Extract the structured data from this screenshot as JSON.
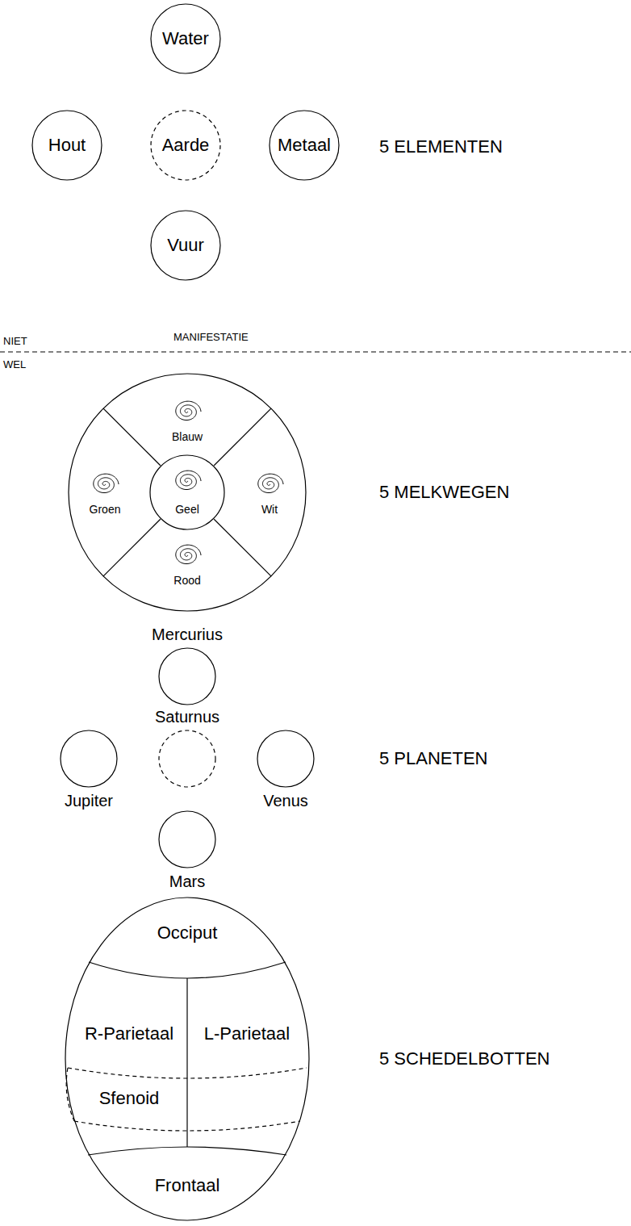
{
  "diagram": {
    "nodes": [
      {
        "text": [
          "Water"
        ]
      },
      {
        "text": [
          "Hout"
        ]
      },
      {
        "text": [
          "Aarde"
        ]
      },
      {
        "text": [
          "Metaal"
        ]
      },
      {
        "text": [
          "Vuur"
        ]
      },
      {
        "text": [
          "Blauw",
          "Groen",
          "Wit",
          "Rood"
        ]
      },
      {
        "text": [
          "Geel"
        ],
        "in": 5
      },
      {
        "text": [
          "Mercurius"
        ]
      },
      {
        "text": [
          "Saturnus"
        ]
      },
      {
        "text": [
          "Jupiter"
        ]
      },
      {
        "text": [
          "Venus"
        ]
      },
      {
        "text": [
          "Mars"
        ]
      },
      {
        "text": [
          "Occiput",
          "R-Parietaal",
          "L-Parietaal",
          "Sfenoid",
          "Frontaal"
        ]
      }
    ],
    "labels": [
      "5 ELEMENTEN",
      "NIET",
      "MANIFESTATIE",
      "WEL",
      "5 MELKWEGEN",
      "5 PLANETEN",
      "5 SCHEDELBOTTEN"
    ]
  }
}
